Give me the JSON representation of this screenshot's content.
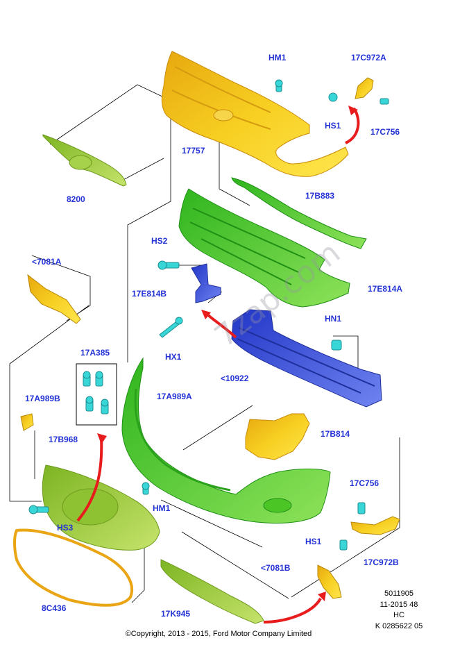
{
  "colors": {
    "label": "#2433d6",
    "yellow": "#f2c21b",
    "yellow_light": "#ffe24a",
    "green": "#4fd02a",
    "green_light": "#93e25a",
    "blue": "#3f55e0",
    "cyan": "#39d6d8",
    "olive": "#9acd32",
    "orange": "#e9a514",
    "arrow": "#e81c1c",
    "line": "#000000"
  },
  "labels": {
    "hm1_top": "HM1",
    "p17c972a": "17C972A",
    "hs1_top": "HS1",
    "p17c756_top": "17C756",
    "p17757": "17757",
    "p8200": "8200",
    "p17b883": "17B883",
    "hs2": "HS2",
    "p7081a": "<7081A",
    "p17e814b": "17E814B",
    "p17e814a": "17E814A",
    "hn1": "HN1",
    "hx1": "HX1",
    "p10922": "<10922",
    "p17a385": "17A385",
    "p17a989b": "17A989B",
    "p17a989a": "17A989A",
    "p17b968": "17B968",
    "p17b814": "17B814",
    "hm1_bottom": "HM1",
    "hs3": "HS3",
    "p17c756_bottom": "17C756",
    "hs1_bottom": "HS1",
    "p17c972b": "17C972B",
    "p7081b": "<7081B",
    "p8c436": "8C436",
    "p17k945": "17K945"
  },
  "meta": {
    "line1": "5011905",
    "line2": "11-2015 48",
    "line3": "HC",
    "line4": "K 0285622 05"
  },
  "copyright": "©Copyright, 2013 - 2015, Ford Motor Company Limited",
  "watermark": "7zap.com"
}
